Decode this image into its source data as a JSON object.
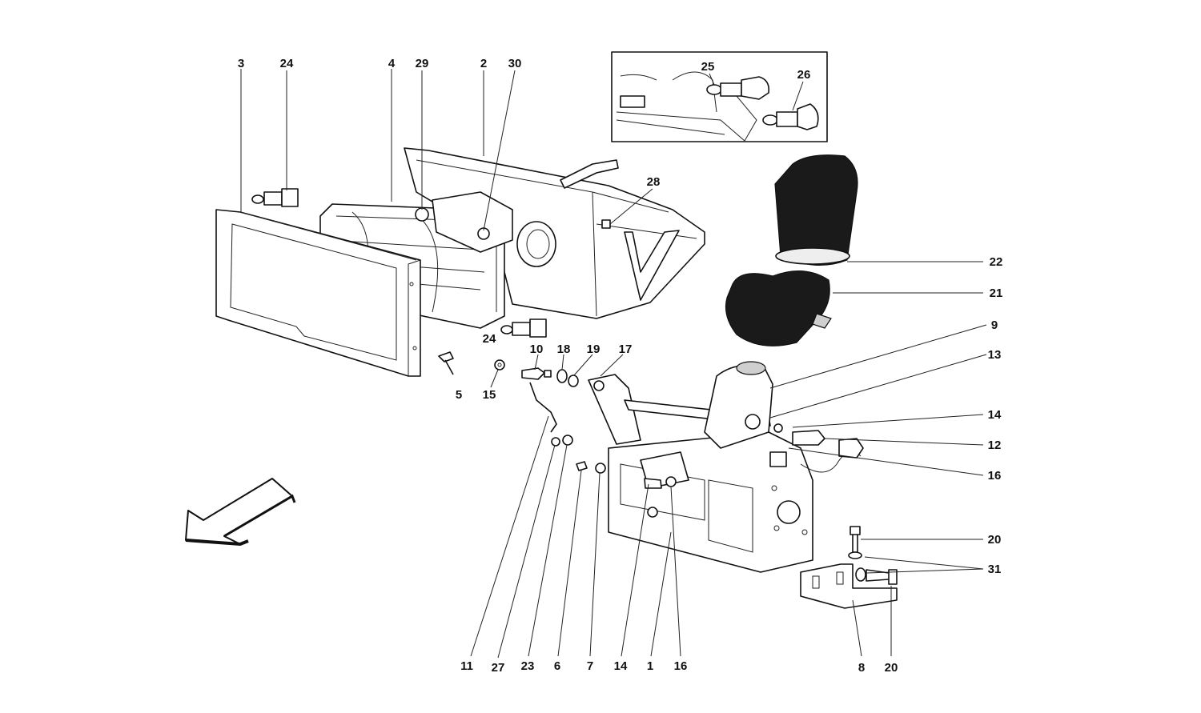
{
  "callouts": [
    {
      "id": "c3",
      "text": "3"
    },
    {
      "id": "c24a",
      "text": "24"
    },
    {
      "id": "c4",
      "text": "4"
    },
    {
      "id": "c29",
      "text": "29"
    },
    {
      "id": "c2",
      "text": "2"
    },
    {
      "id": "c30",
      "text": "30"
    },
    {
      "id": "c25",
      "text": "25"
    },
    {
      "id": "c26",
      "text": "26"
    },
    {
      "id": "c28",
      "text": "28"
    },
    {
      "id": "c22",
      "text": "22"
    },
    {
      "id": "c21",
      "text": "21"
    },
    {
      "id": "c9",
      "text": "9"
    },
    {
      "id": "c13",
      "text": "13"
    },
    {
      "id": "c14a",
      "text": "14"
    },
    {
      "id": "c12",
      "text": "12"
    },
    {
      "id": "c16a",
      "text": "16"
    },
    {
      "id": "c20a",
      "text": "20"
    },
    {
      "id": "c31",
      "text": "31"
    },
    {
      "id": "c24b",
      "text": "24"
    },
    {
      "id": "c10",
      "text": "10"
    },
    {
      "id": "c18",
      "text": "18"
    },
    {
      "id": "c19",
      "text": "19"
    },
    {
      "id": "c17",
      "text": "17"
    },
    {
      "id": "c5",
      "text": "5"
    },
    {
      "id": "c15",
      "text": "15"
    },
    {
      "id": "c11",
      "text": "11"
    },
    {
      "id": "c27",
      "text": "27"
    },
    {
      "id": "c23",
      "text": "23"
    },
    {
      "id": "c6",
      "text": "6"
    },
    {
      "id": "c7",
      "text": "7"
    },
    {
      "id": "c14b",
      "text": "14"
    },
    {
      "id": "c1",
      "text": "1"
    },
    {
      "id": "c16b",
      "text": "16"
    },
    {
      "id": "c8",
      "text": "8"
    },
    {
      "id": "c20b",
      "text": "20"
    }
  ],
  "colors": {
    "ink": "#111111",
    "background": "#ffffff"
  },
  "icons": {
    "direction": "front-direction-arrow-icon"
  }
}
